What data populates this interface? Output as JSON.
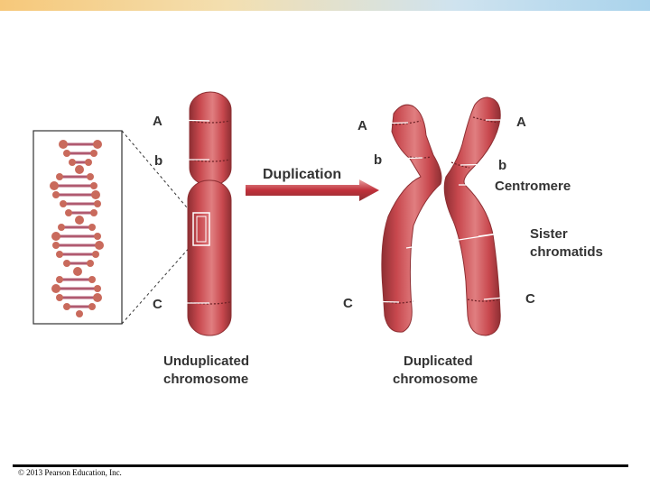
{
  "labels": {
    "A": "A",
    "b": "b",
    "C": "C",
    "duplication": "Duplication",
    "centromere": "Centromere",
    "sister_line1": "Sister",
    "sister_line2": "chromatids",
    "unduplicated_line1": "Unduplicated",
    "unduplicated_line2": "chromosome",
    "duplicated_line1": "Duplicated",
    "duplicated_line2": "chromosome"
  },
  "footer": {
    "copyright": "© 2013 Pearson Education, Inc."
  },
  "colors": {
    "chromosome": "#c8484e",
    "chromosome_dark": "#8e2f33",
    "chromosome_light": "#e07e80",
    "arrow": "#c0303a",
    "dna_bead": "#c96a5c",
    "dna_rung": "#b05a70"
  }
}
